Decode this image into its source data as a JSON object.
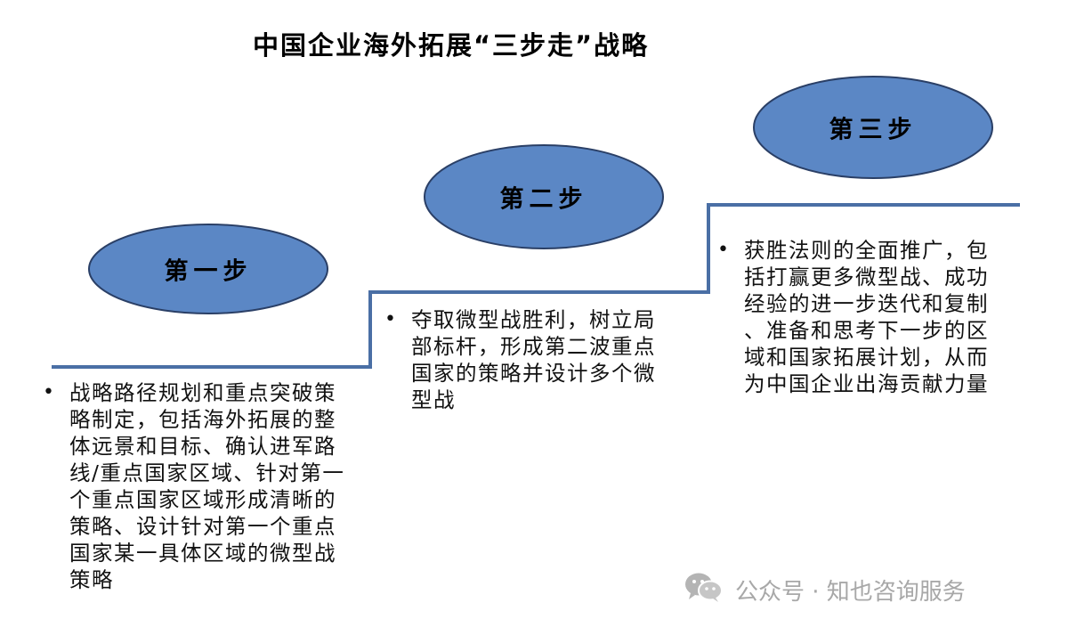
{
  "title": "中国企业海外拓展“三步走”战略",
  "steps": [
    {
      "label": "第一步",
      "text_lines": [
        "战略路径规划和重点突破策",
        "略制定，包括海外拓展的整",
        "体远景和目标、确认进军路",
        "线/重点国家区域、针对第一",
        "个重点国家区域形成清晰的",
        "策略、设计针对第一个重点",
        "国家某一具体区域的微型战",
        "策略"
      ]
    },
    {
      "label": "第二步",
      "text_lines": [
        "夺取微型战胜利，树立局",
        "部标杆，形成第二波重点",
        "国家的策略并设计多个微",
        "型战"
      ]
    },
    {
      "label": "第三步",
      "text_lines": [
        "获胜法则的全面推广，包",
        "括打赢更多微型战、成功",
        "经验的进一步迭代和复制",
        "、准备和思考下一步的区",
        "域和国家拓展计划，从而",
        "为中国企业出海贡献力量"
      ]
    }
  ],
  "watermark": {
    "icon": "wechat-icon",
    "text": "公众号 · 知也咨询服务"
  },
  "colors": {
    "ellipse_fill": "#5b87c5",
    "ellipse_stroke": "#2a3f66",
    "stair_line": "#4a6fa5",
    "watermark": "#a8a8a8"
  }
}
